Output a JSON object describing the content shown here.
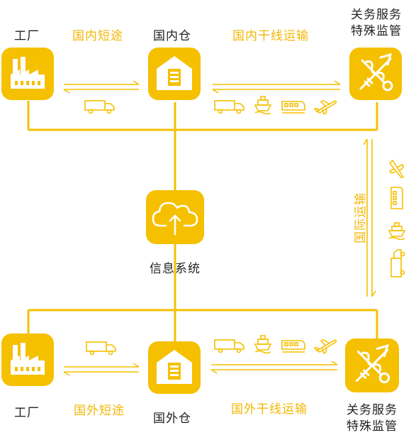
{
  "colors": {
    "accent": "#f5c000",
    "accent_text": "#f2b705",
    "text": "#222222"
  },
  "top": {
    "factory_label": "工厂",
    "short_haul_label": "国内短途",
    "warehouse_label": "国内仓",
    "trunk_label": "国内干线运输",
    "customs_label_line1": "关务服务",
    "customs_label_line2": "特殊监管"
  },
  "center": {
    "system_label": "信息系统"
  },
  "international": {
    "label": "国际运输"
  },
  "bottom": {
    "factory_label": "工厂",
    "short_haul_label": "国外短途",
    "warehouse_label": "国外仓",
    "trunk_label": "国外干线运输",
    "customs_label_line1": "关务服务",
    "customs_label_line2": "特殊监管"
  },
  "icons": {
    "factory": "factory-icon",
    "warehouse": "warehouse-icon",
    "customs": "customs-caduceus-icon",
    "cloud": "cloud-upload-icon",
    "truck": "truck-icon",
    "ship": "ship-icon",
    "train": "train-icon",
    "plane": "plane-icon"
  }
}
